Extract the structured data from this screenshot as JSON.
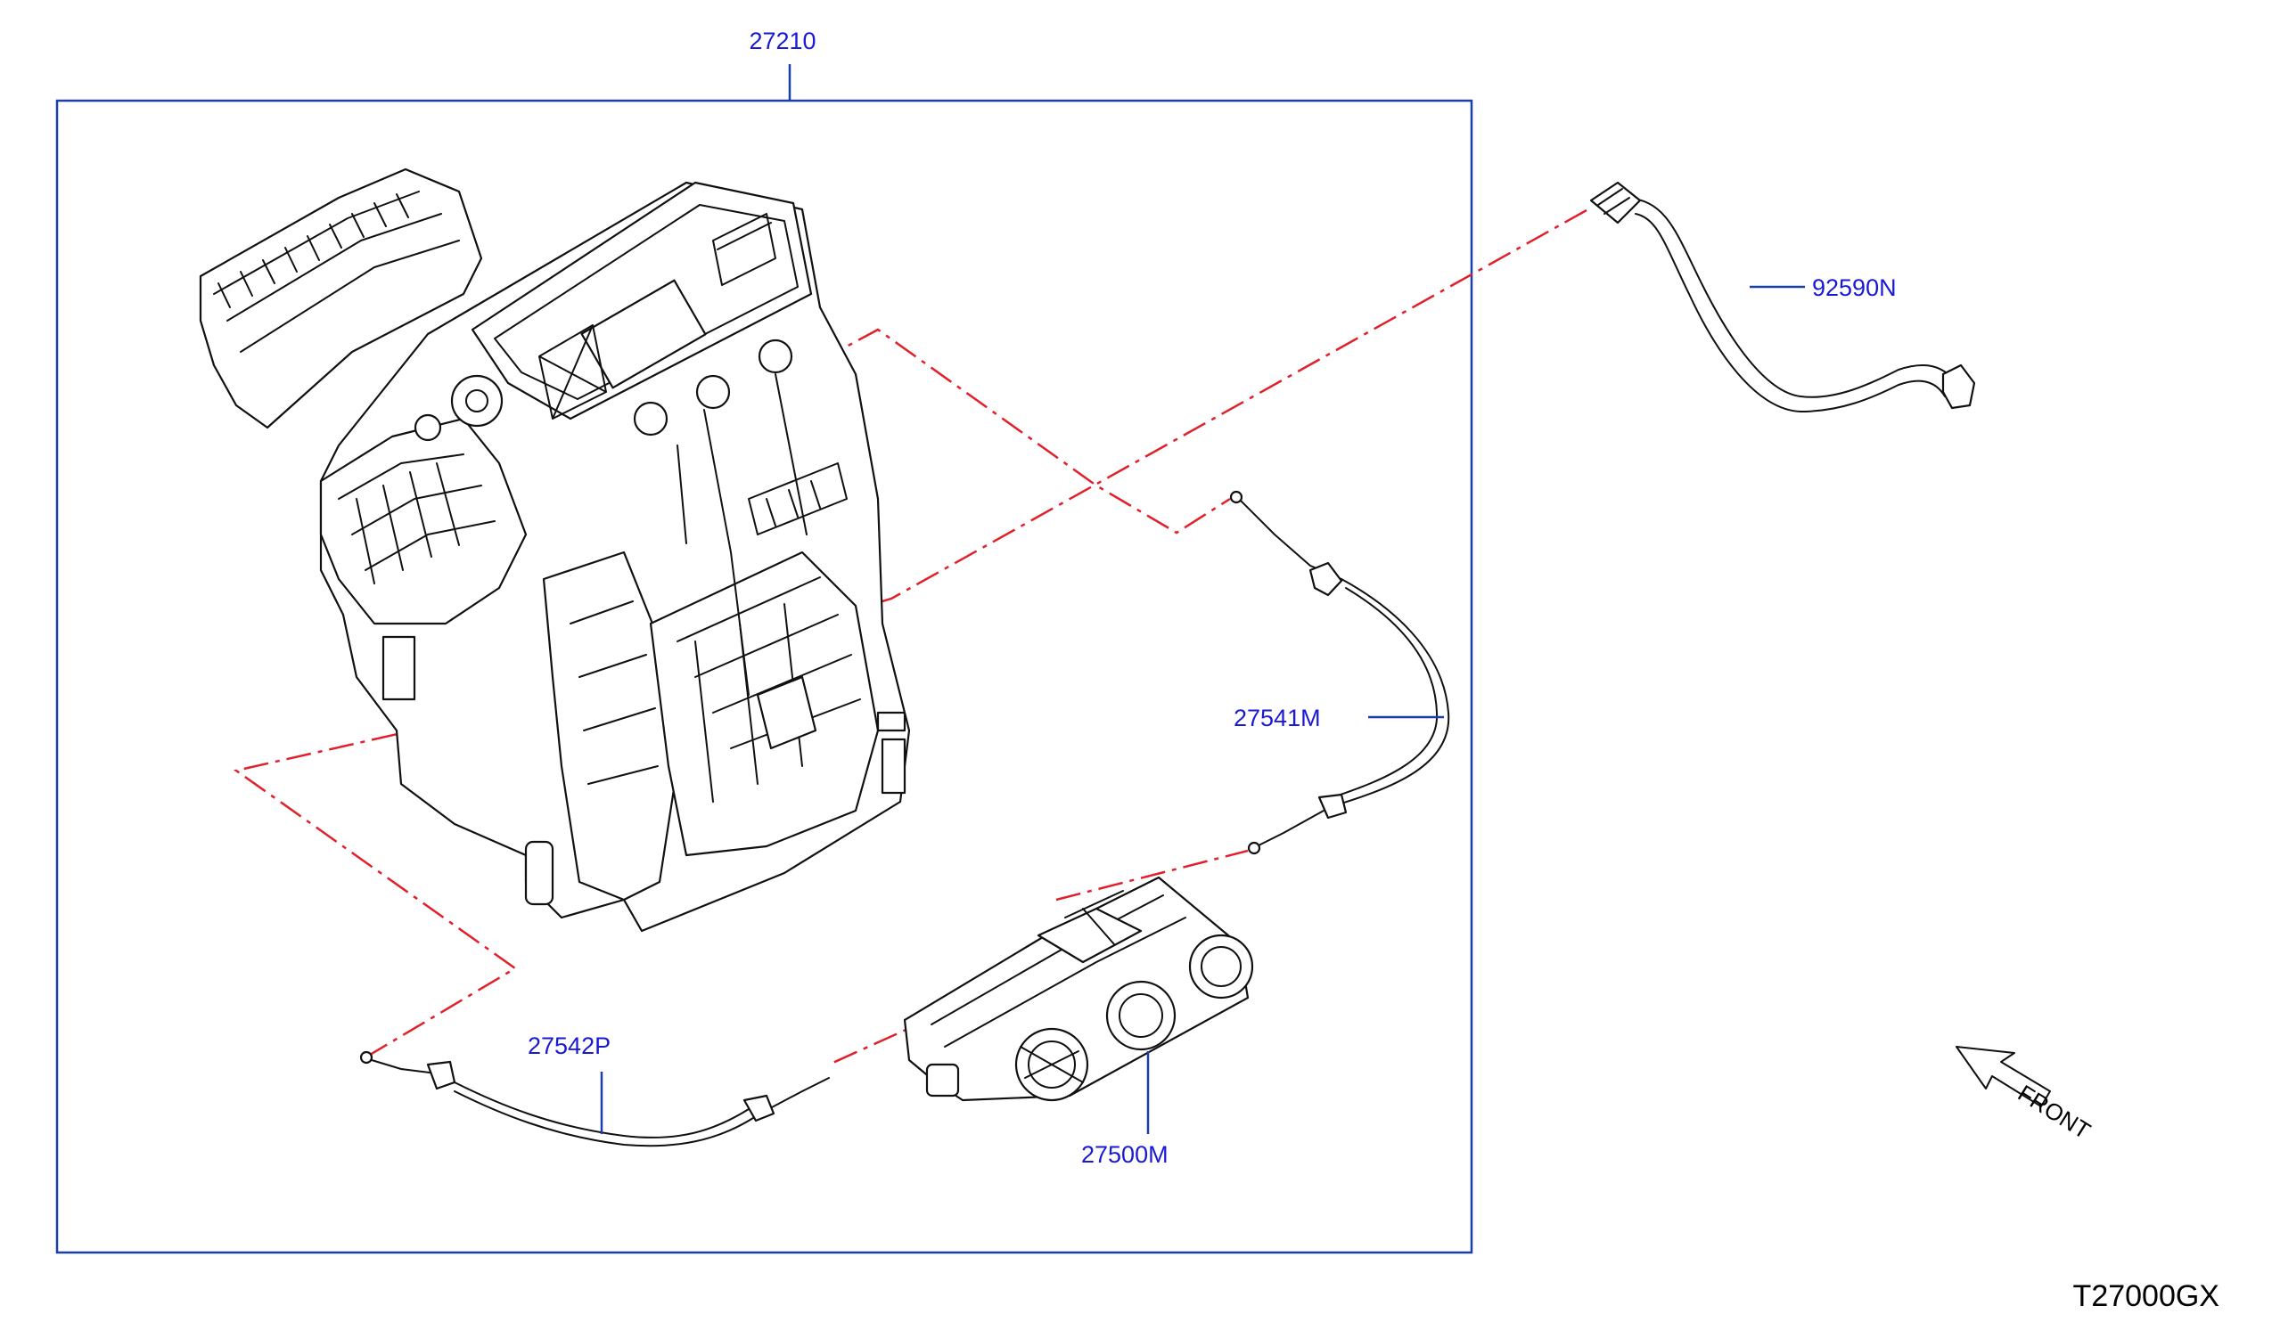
{
  "parts": {
    "heater_assembly": "27210",
    "hose": "92590N",
    "cable_upper": "27541M",
    "cable_lower": "27542P",
    "control_unit": "27500M"
  },
  "orientation": {
    "label": "FRONT"
  },
  "drawing_code": "T27000GX",
  "colors": {
    "callout": "#1a1ad6",
    "frame": "#1a3fa8",
    "phantom_line": "#e0202a",
    "line_art": "#111111"
  }
}
